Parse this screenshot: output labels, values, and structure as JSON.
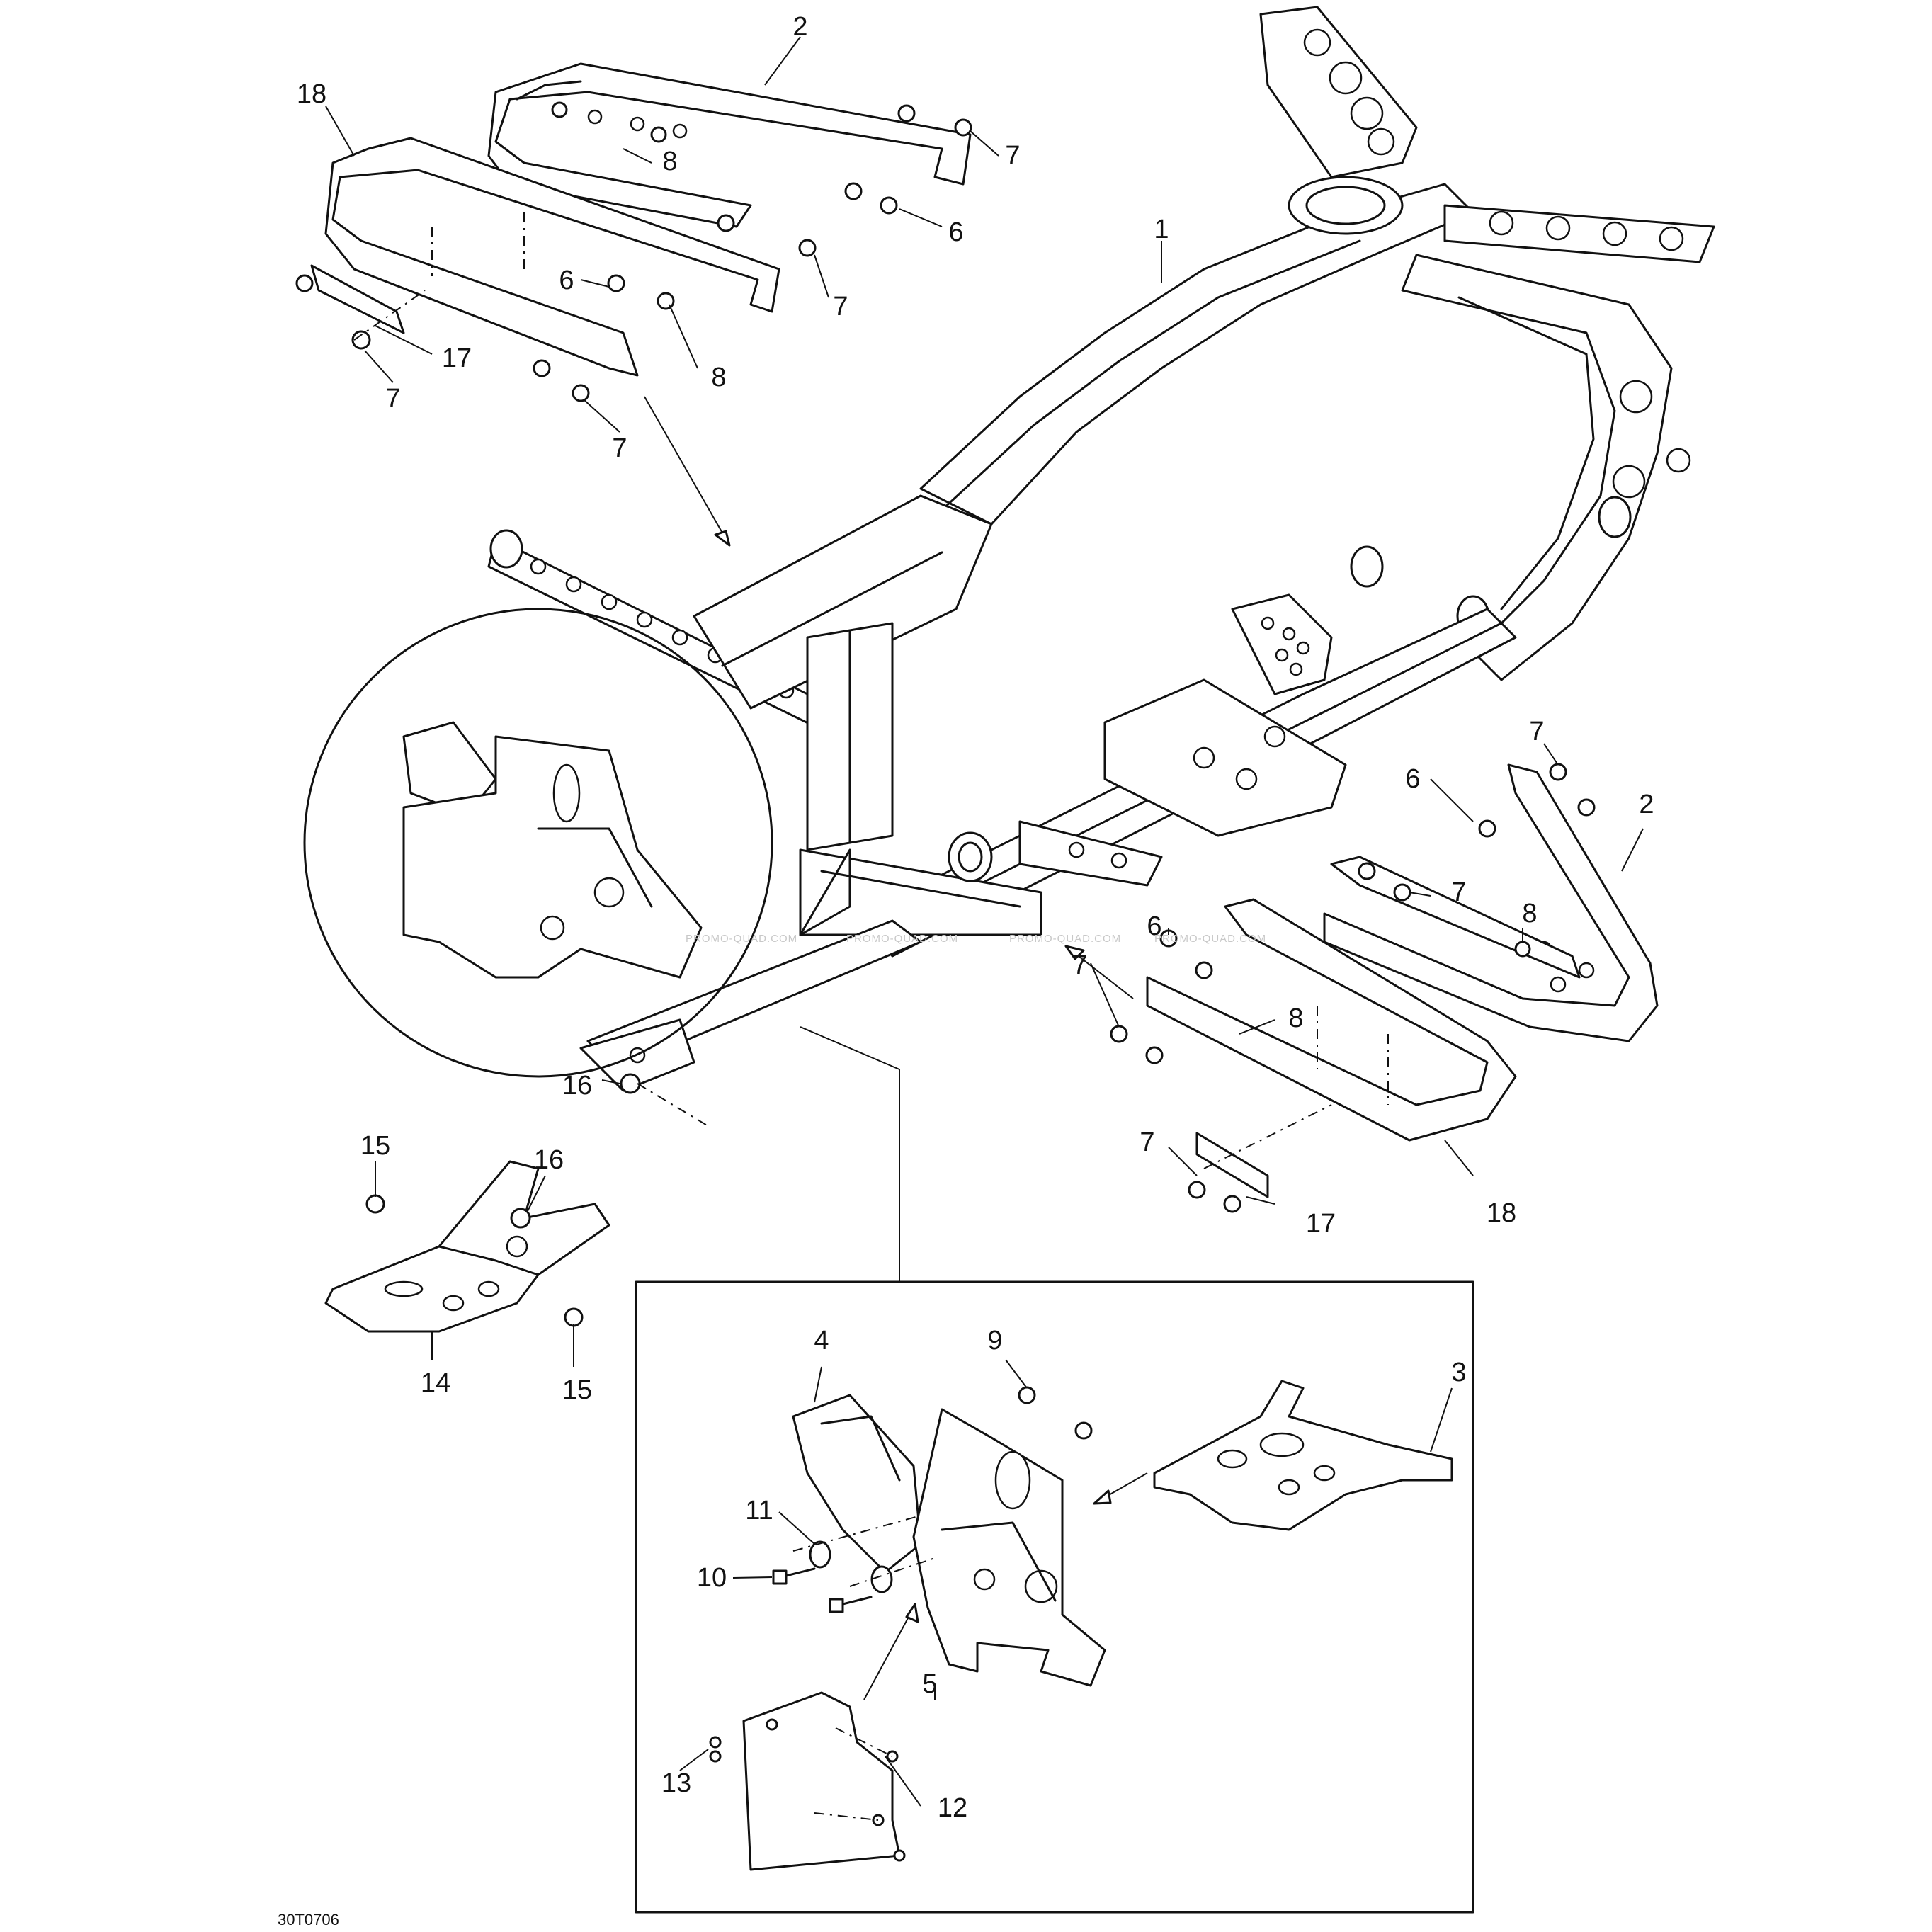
{
  "diagram": {
    "code": "30T0706",
    "watermarks": [
      "PROMO-QUAD.COM",
      "PROMO-QUAD.COM",
      "PROMO-QUAD.COM",
      "PROMO-QUAD.COM"
    ],
    "callouts": [
      {
        "id": "c-2-top",
        "text": "2"
      },
      {
        "id": "c-18-top",
        "text": "18"
      },
      {
        "id": "c-8-a",
        "text": "8"
      },
      {
        "id": "c-7-a",
        "text": "7"
      },
      {
        "id": "c-6-a",
        "text": "6"
      },
      {
        "id": "c-1",
        "text": "1"
      },
      {
        "id": "c-6-b",
        "text": "6"
      },
      {
        "id": "c-7-b",
        "text": "7"
      },
      {
        "id": "c-8-b",
        "text": "8"
      },
      {
        "id": "c-17-top",
        "text": "17"
      },
      {
        "id": "c-7-c",
        "text": "7"
      },
      {
        "id": "c-7-d",
        "text": "7"
      },
      {
        "id": "c-7-e",
        "text": "7"
      },
      {
        "id": "c-6-c",
        "text": "6"
      },
      {
        "id": "c-2-right",
        "text": "2"
      },
      {
        "id": "c-7-f",
        "text": "7"
      },
      {
        "id": "c-8-c",
        "text": "8"
      },
      {
        "id": "c-6-d",
        "text": "6"
      },
      {
        "id": "c-7-g",
        "text": "7"
      },
      {
        "id": "c-8-d",
        "text": "8"
      },
      {
        "id": "c-16-a",
        "text": "16"
      },
      {
        "id": "c-15-a",
        "text": "15"
      },
      {
        "id": "c-16-b",
        "text": "16"
      },
      {
        "id": "c-7-h",
        "text": "7"
      },
      {
        "id": "c-17-bottom",
        "text": "17"
      },
      {
        "id": "c-18-bottom",
        "text": "18"
      },
      {
        "id": "c-14",
        "text": "14"
      },
      {
        "id": "c-15-b",
        "text": "15"
      },
      {
        "id": "c-4",
        "text": "4"
      },
      {
        "id": "c-9",
        "text": "9"
      },
      {
        "id": "c-3",
        "text": "3"
      },
      {
        "id": "c-11",
        "text": "11"
      },
      {
        "id": "c-10",
        "text": "10"
      },
      {
        "id": "c-5",
        "text": "5"
      },
      {
        "id": "c-13",
        "text": "13"
      },
      {
        "id": "c-12",
        "text": "12"
      }
    ]
  }
}
